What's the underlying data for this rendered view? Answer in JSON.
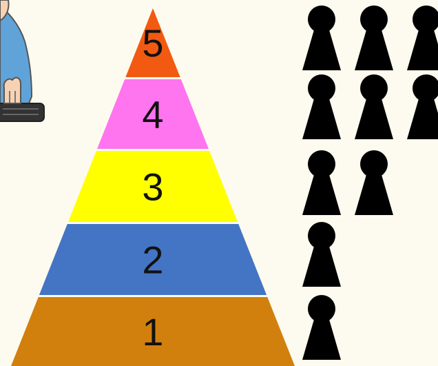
{
  "pyramid": {
    "levels": [
      {
        "label": "5",
        "color": "#f25a12",
        "pawns": 3
      },
      {
        "label": "4",
        "color": "#ff74ef",
        "pawns": 3
      },
      {
        "label": "3",
        "color": "#ffff00",
        "pawns": 2
      },
      {
        "label": "2",
        "color": "#4474c4",
        "pawns": 1
      },
      {
        "label": "1",
        "color": "#d1800e",
        "pawns": 1
      }
    ]
  },
  "pawn_color": "#000000",
  "pawn_icon": "pawn-icon",
  "illustration": "person-at-keyboard"
}
